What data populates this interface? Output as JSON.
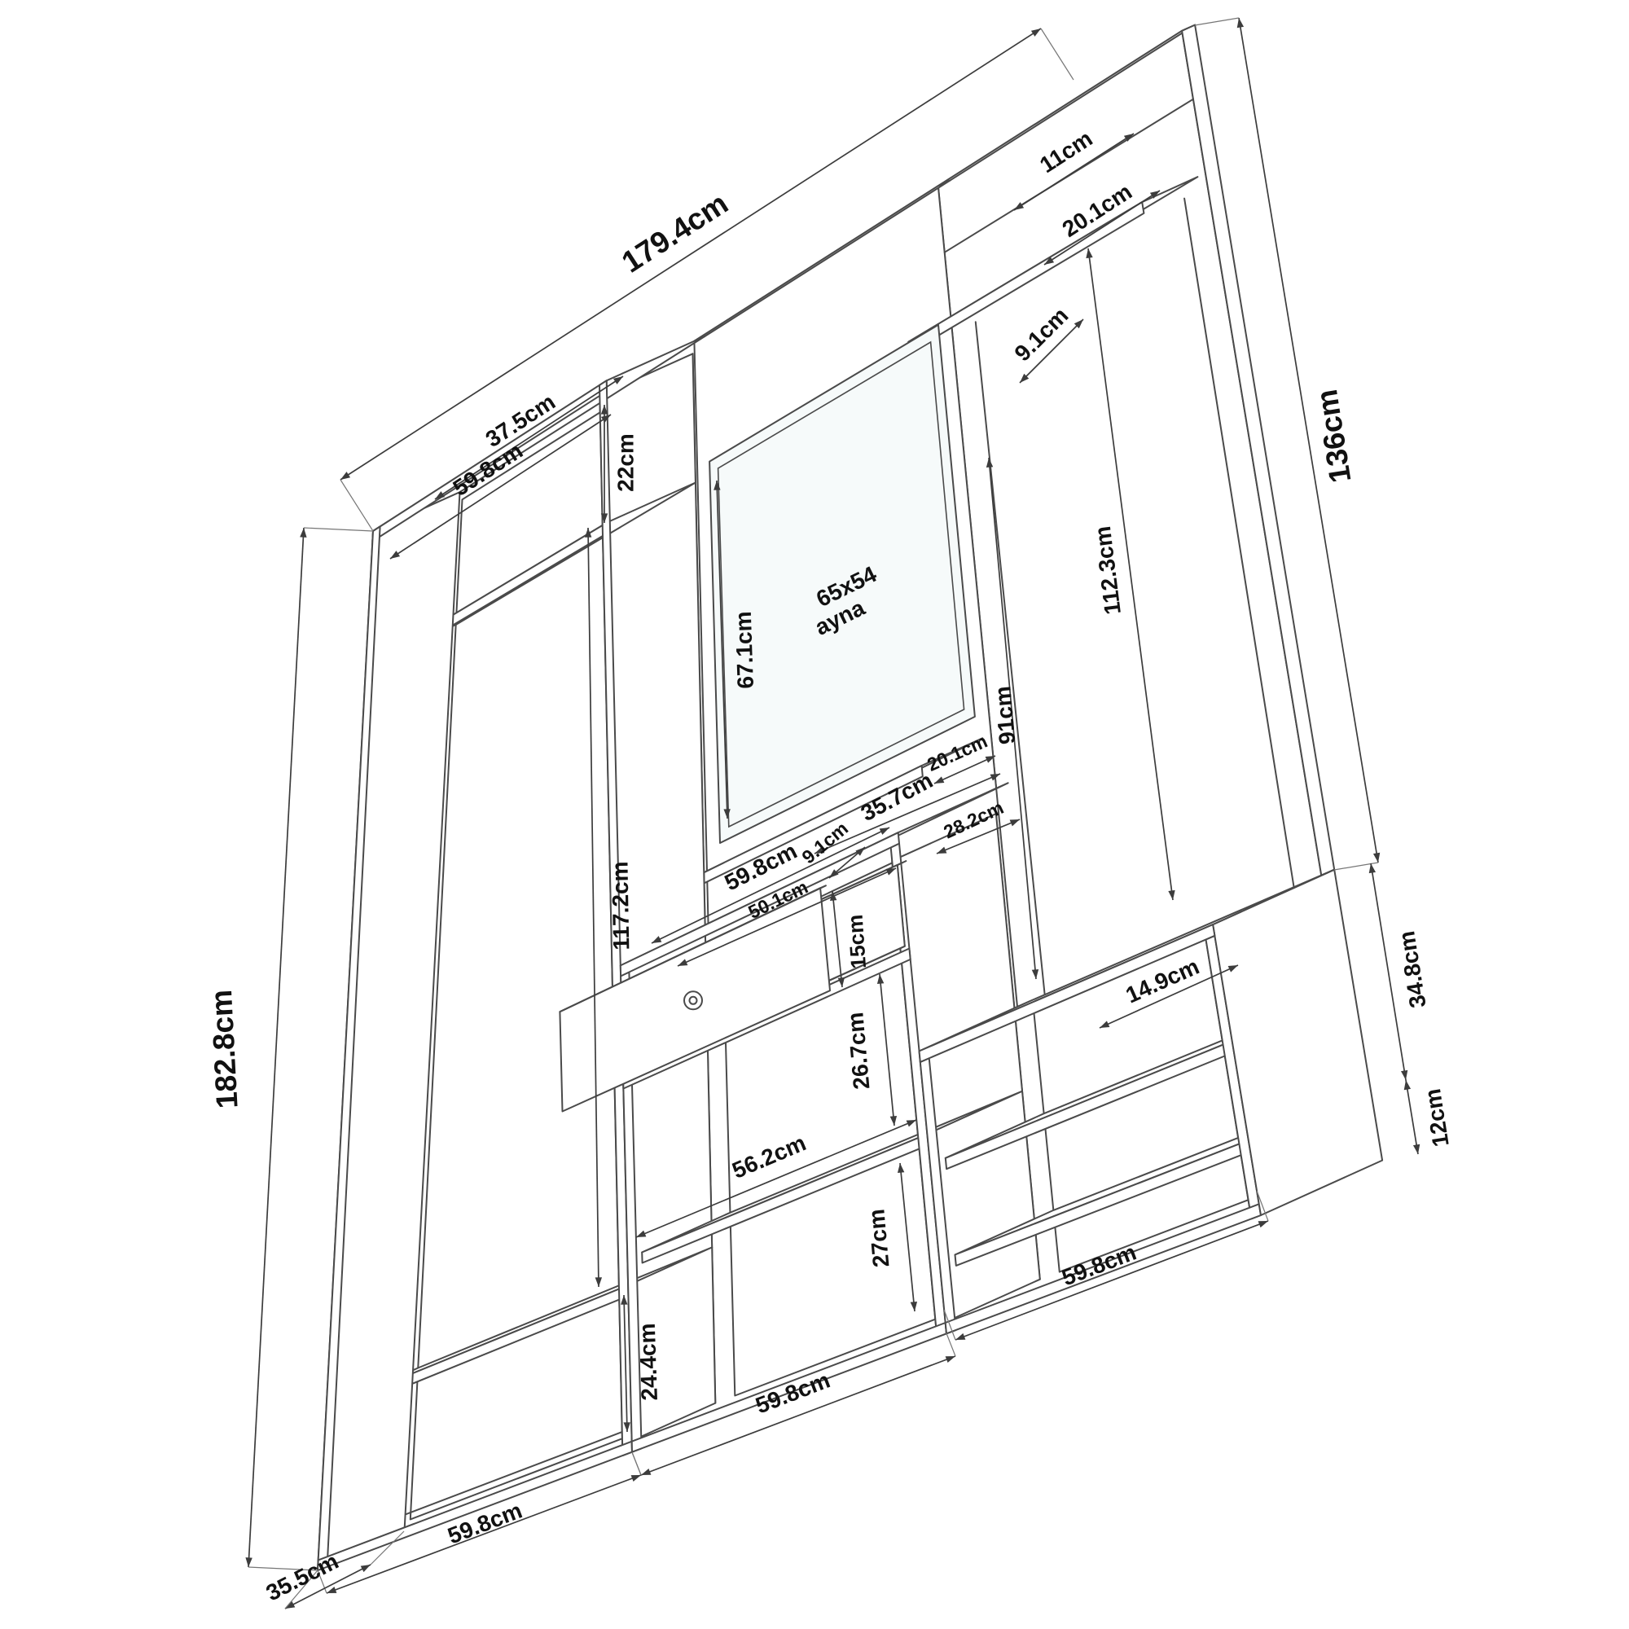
{
  "drawing": {
    "background": "#ffffff",
    "line_color": "#4a4a4a",
    "text_color": "#111111",
    "unit_suffix": "cm"
  },
  "dimensions": {
    "total_width": "179.4cm",
    "total_height": "182.8cm",
    "right_panel_height": "136cm",
    "left_top_depth": "37.5cm",
    "left_top_width": "59.8cm",
    "left_top_section": "22cm",
    "mirror_panel_height": "67.1cm",
    "top_rail": "11cm",
    "right_shelf_depth": "20.1cm",
    "right_shelf_gap": "9.1cm",
    "right_inner_height": "91cm",
    "right_panel_inner": "112.3cm",
    "mid_shelf_gap": "9.1cm",
    "mid_shelf_depth": "20.1cm",
    "counter_depth": "35.7cm",
    "counter_width": "59.8cm",
    "drawer_depth": "28.2cm",
    "drawer_inner_width": "50.1cm",
    "drawer_height": "15cm",
    "bench_upper": "34.8cm",
    "hanging_height": "117.2cm",
    "bench_shelf": "14.9cm",
    "bench_lower": "12cm",
    "mid_upper_comp": "26.7cm",
    "mid_lower_comp": "27cm",
    "mid_inner_width": "56.2cm",
    "bench_width": "59.8cm",
    "left_bottom_comp": "24.4cm",
    "mid_width": "59.8cm",
    "left_width": "59.8cm",
    "unit_depth": "35.5cm"
  },
  "mirror_label": {
    "size": "65x54",
    "material": "ayna"
  }
}
